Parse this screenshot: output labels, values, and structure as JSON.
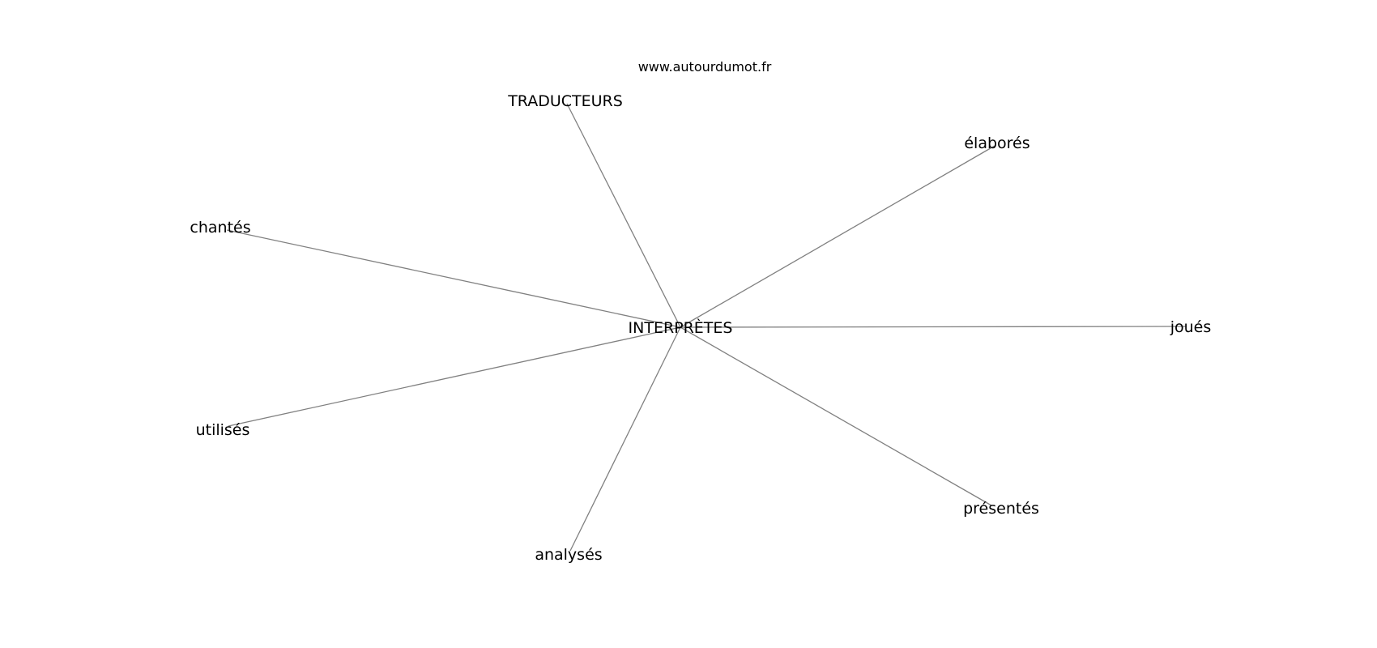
{
  "watermark": "www.autourdumot.fr",
  "center": {
    "id": "INTERPRETES",
    "label": "INTERPRÈTES"
  },
  "nodes": [
    {
      "id": "TRADUCTEURS",
      "label": "TRADUCTEURS"
    },
    {
      "id": "elabores",
      "label": "élaborés"
    },
    {
      "id": "chantes",
      "label": "chantés"
    },
    {
      "id": "joues",
      "label": "joués"
    },
    {
      "id": "utilises",
      "label": "utilisés"
    },
    {
      "id": "presentes",
      "label": "présentés"
    },
    {
      "id": "analyses",
      "label": "analysés"
    }
  ],
  "edges": [
    {
      "from": "INTERPRETES",
      "to": "TRADUCTEURS"
    },
    {
      "from": "INTERPRETES",
      "to": "elabores"
    },
    {
      "from": "INTERPRETES",
      "to": "chantes"
    },
    {
      "from": "INTERPRETES",
      "to": "joues"
    },
    {
      "from": "INTERPRETES",
      "to": "utilises"
    },
    {
      "from": "INTERPRETES",
      "to": "presentes"
    },
    {
      "from": "INTERPRETES",
      "to": "analyses"
    }
  ],
  "colors": {
    "edge": "#808080",
    "text": "#000000",
    "background": "#ffffff"
  }
}
